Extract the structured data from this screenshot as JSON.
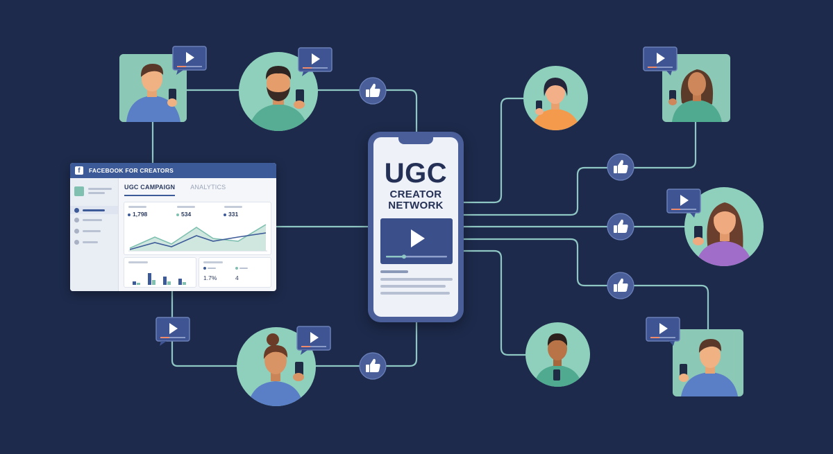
{
  "dashboard": {
    "title": "FACEBOOK FOR CREATORS",
    "logo_glyph": "f",
    "tabs": [
      {
        "label": "UGC CAMPAIGN",
        "active": true
      },
      {
        "label": "ANALYTICS",
        "active": false
      }
    ],
    "stats": [
      "1,798",
      "534",
      "331"
    ],
    "mini_stats": [
      "1.7%",
      "4"
    ]
  },
  "phone": {
    "title": "UGC",
    "subtitle_line1": "CREATOR",
    "subtitle_line2": "NETWORK"
  },
  "colors": {
    "background": "#1d2a4b",
    "connector": "#8fc7c4",
    "accent_blue": "#3d5a98",
    "like_badge": "#4a5f99",
    "avatar_bg": "#8fc9b8"
  },
  "icons": [
    "facebook-icon",
    "play-icon",
    "thumbs-up-icon",
    "smartphone-icon"
  ]
}
